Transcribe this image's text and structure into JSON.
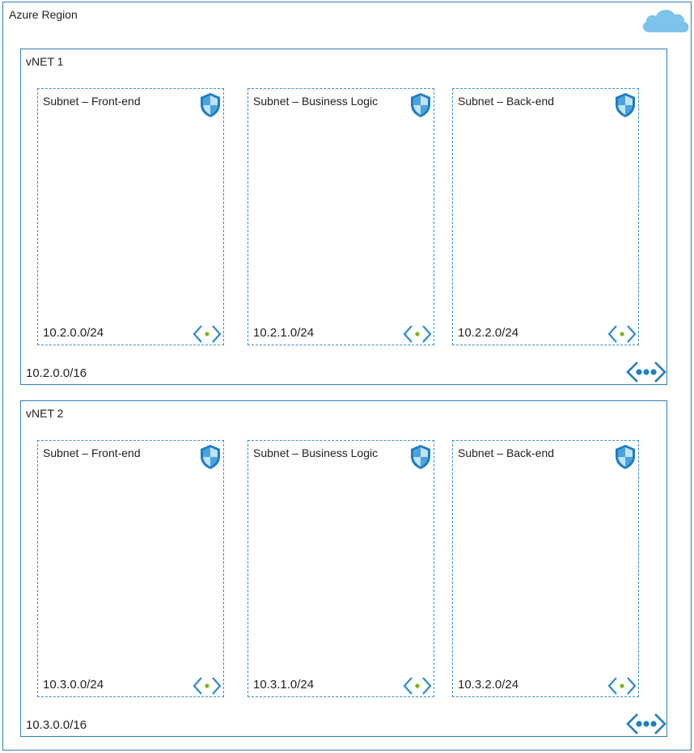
{
  "region": {
    "title": "Azure Region"
  },
  "vnets": [
    {
      "title": "vNET 1",
      "cidr": "10.2.0.0/16",
      "subnets": [
        {
          "title": "Subnet – Front-end",
          "cidr": "10.2.0.0/24"
        },
        {
          "title": "Subnet – Business Logic",
          "cidr": "10.2.1.0/24"
        },
        {
          "title": "Subnet – Back-end",
          "cidr": "10.2.2.0/24"
        }
      ]
    },
    {
      "title": "vNET 2",
      "cidr": "10.3.0.0/16",
      "subnets": [
        {
          "title": "Subnet – Front-end",
          "cidr": "10.3.0.0/24"
        },
        {
          "title": "Subnet – Business Logic",
          "cidr": "10.3.1.0/24"
        },
        {
          "title": "Subnet – Back-end",
          "cidr": "10.3.2.0/24"
        }
      ]
    }
  ],
  "icons": {
    "region": "cloud-icon",
    "vnet": "virtual-network-icon",
    "subnet_security": "network-security-group-shield-icon",
    "subnet": "subnet-icon"
  },
  "colors": {
    "border": "#2f7fb5",
    "dashed_border": "#3a8fc9",
    "cloud": "#7cc4ec",
    "icon_blue": "#1f7cc4",
    "subnet_dot": "#7ab51d"
  }
}
